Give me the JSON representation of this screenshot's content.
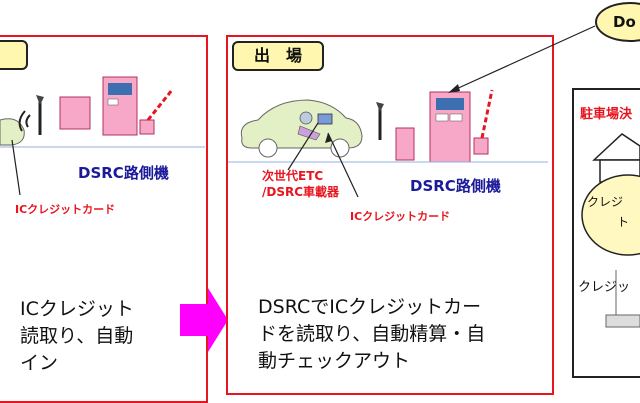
{
  "left_panel": {
    "lines": [
      "ICクレジット",
      "読取り、自動",
      "イン"
    ],
    "label_dsrc": "DSRC路側機",
    "label_card": "ICクレジットカード"
  },
  "center_panel": {
    "tag": "出　場",
    "label_obu": [
      "次世代ETC",
      "/DSRC車載器"
    ],
    "label_card": "ICクレジットカード",
    "label_dsrc": "DSRC路側機",
    "lines": [
      "DSRCでICクレジットカー",
      "ドを読取り、自動精算・自",
      "動チェックアウト"
    ]
  },
  "top_right": {
    "bubble": "Do"
  },
  "right_panel": {
    "title": "駐車場決",
    "circle_text": [
      "クレジ",
      "ト"
    ],
    "bottom_text": "クレジッ"
  },
  "colors": {
    "border": "#e8141e",
    "tag_bg": "#fff7b0",
    "arrow": "#ff00ff",
    "machine": "#f7a8c8"
  }
}
